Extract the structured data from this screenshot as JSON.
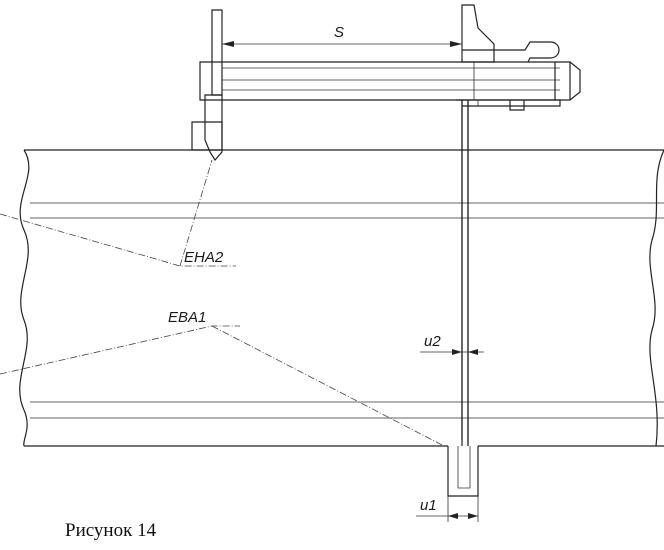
{
  "labels": {
    "s": "S",
    "eha2": "EHA2",
    "eba1": "EBA1",
    "u2": "u2",
    "u1": "u1"
  },
  "caption": "Рисунок 14"
}
